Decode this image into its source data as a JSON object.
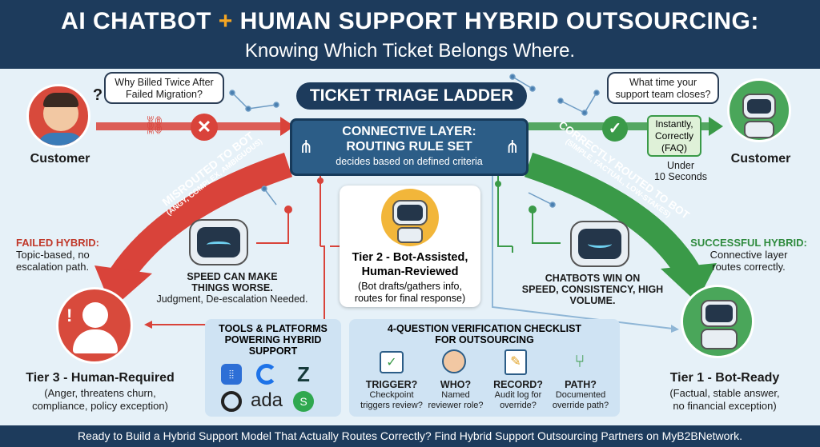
{
  "header": {
    "title_part1": "AI CHATBOT",
    "title_plus": "+",
    "title_part2": "HUMAN SUPPORT HYBRID OUTSOURCING:",
    "subtitle": "Knowing Which Ticket Belongs Where."
  },
  "ladder_title": "TICKET TRIAGE LADDER",
  "left_customer": {
    "bubble": "Why Billed Twice After Failed Migration?",
    "label": "Customer"
  },
  "right_customer": {
    "bubble": "What time your support team closes?",
    "label": "Customer"
  },
  "routing": {
    "title_line1": "CONNECTIVE LAYER:",
    "title_line2": "ROUTING RULE SET",
    "subtitle": "decides based on defined criteria"
  },
  "right_answer": {
    "line1": "Instantly,",
    "line2": "Correctly",
    "line3": "(FAQ)",
    "time_line1": "Under",
    "time_line2": "10 Seconds"
  },
  "misrouted": {
    "line1": "MISROUTED TO BOT",
    "line2": "(ANGY, COMPLEX, AMBIGUOUS)"
  },
  "correctly_routed": {
    "line1": "CORRECTLY ROUTED TO BOT",
    "line2": "(SIMPLE, FACTUAL, LOW-STAKES)"
  },
  "failed": {
    "title": "FAILED HYBRID:",
    "desc_line1": "Topic-based, no",
    "desc_line2": "escalation path."
  },
  "successful": {
    "title": "SUCCESSFUL HYBRID:",
    "desc_line1": "Connective layer",
    "desc_line2": "routes correctly."
  },
  "speed": {
    "line1": "SPEED CAN MAKE",
    "line2": "THINGS WORSE.",
    "line3": "Judgment, De-escalation Needed."
  },
  "chatbots_win": {
    "line1": "CHATBOTS WIN ON",
    "line2": "SPEED, CONSISTENCY, HIGH",
    "line3": "VOLUME."
  },
  "tier2": {
    "title_line1": "Tier 2 - Bot-Assisted,",
    "title_line2": "Human-Reviewed",
    "desc_line1": "(Bot drafts/gathers info,",
    "desc_line2": "routes for final response)"
  },
  "tier3": {
    "title": "Tier 3 - Human-Required",
    "desc_line1": "(Anger, threatens churn,",
    "desc_line2": "compliance, policy exception)"
  },
  "tier1": {
    "title": "Tier 1 - Bot-Ready",
    "desc_line1": "(Factual, stable answer,",
    "desc_line2": "no financial exception)"
  },
  "tools": {
    "title_line1": "TOOLS & PLATFORMS",
    "title_line2": "POWERING HYBRID",
    "title_line3": "SUPPORT",
    "ada_logo": "ada"
  },
  "checklist": {
    "title_line1": "4-QUESTION VERIFICATION CHECKLIST",
    "title_line2": "FOR OUTSOURCING",
    "items": [
      {
        "q": "TRIGGER?",
        "d1": "Checkpoint",
        "d2": "triggers review?"
      },
      {
        "q": "WHO?",
        "d1": "Named",
        "d2": "reviewer role?"
      },
      {
        "q": "RECORD?",
        "d1": "Audit log for",
        "d2": "override?"
      },
      {
        "q": "PATH?",
        "d1": "Documented",
        "d2": "override path?"
      }
    ]
  },
  "footer": "Ready to Build a Hybrid Support Model That Actually Routes Correctly? Find Hybrid Support Outsourcing Partners on MyB2BNetwork.",
  "colors": {
    "navy": "#1d3b5c",
    "red": "#d9433a",
    "green": "#3a9a48",
    "blue": "#2c5d87",
    "panel": "#cfe3f3"
  }
}
